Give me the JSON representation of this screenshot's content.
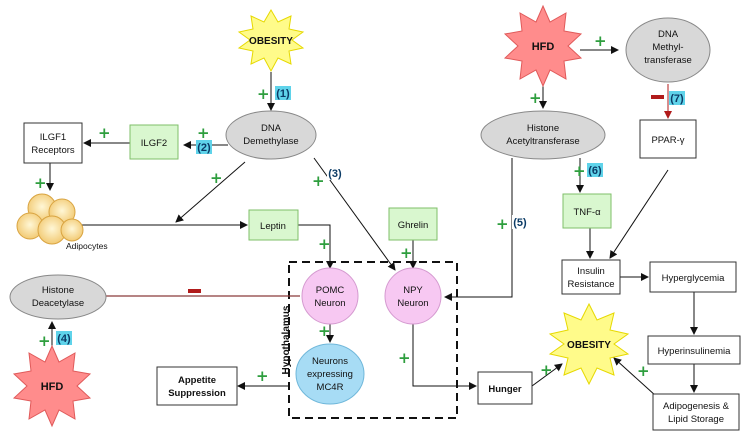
{
  "nodes": {
    "obesity_top": "OBESITY",
    "hfd_top": "HFD",
    "dna_methyltransferase": [
      "DNA",
      "Methyl-",
      "transferase"
    ],
    "dna_demethylase": [
      "DNA",
      "Demethylase"
    ],
    "histone_acetyltransferase": [
      "Histone",
      "Acetyltransferase"
    ],
    "ilgf1_receptors": [
      "ILGF1",
      "Receptors"
    ],
    "ilgf2": "ILGF2",
    "ppar_gamma": "PPAR-γ",
    "adipocytes": "Adipocytes",
    "leptin": "Leptin",
    "ghrelin": "Ghrelin",
    "tnf_alpha": "TNF-α",
    "insulin_resistance": [
      "Insulin",
      "Resistance"
    ],
    "hyperglycemia": "Hyperglycemia",
    "hyperinsulinemia": "Hyperinsulinemia",
    "adipogenesis": [
      "Adipogenesis &",
      "Lipid Storage"
    ],
    "histone_deacetylase": [
      "Histone",
      "Deacetylase"
    ],
    "pomc_neuron": [
      "POMC",
      "Neuron"
    ],
    "npy_neuron": [
      "NPY",
      "Neuron"
    ],
    "neurons_mc4r": [
      "Neurons",
      "expressing",
      "MC4R"
    ],
    "hypothalamus": "Hypothalamus",
    "appetite_suppression": [
      "Appetite",
      "Suppression"
    ],
    "hunger": "Hunger",
    "obesity_bottom": "OBESITY",
    "hfd_bottom": "HFD"
  },
  "labels": {
    "step1": "(1)",
    "step2": "(2)",
    "step3": "(3)",
    "step4": "(4)",
    "step5": "(5)",
    "step6": "(6)",
    "step7": "(7)"
  },
  "signs": {
    "plus": "+",
    "minus": "−"
  },
  "colors": {
    "obesity_fill": "#fffb8a",
    "hfd_fill": "#ff8c8c",
    "enzyme_fill": "#d8d8d8",
    "green_box": "#d9f7cf",
    "neuron_pink": "#f7c8f2",
    "neuron_blue": "#a7dcf5",
    "plus_green": "#2e9e3e",
    "minus_red": "#b11b1b",
    "number_bg": "#5fd3ea"
  }
}
